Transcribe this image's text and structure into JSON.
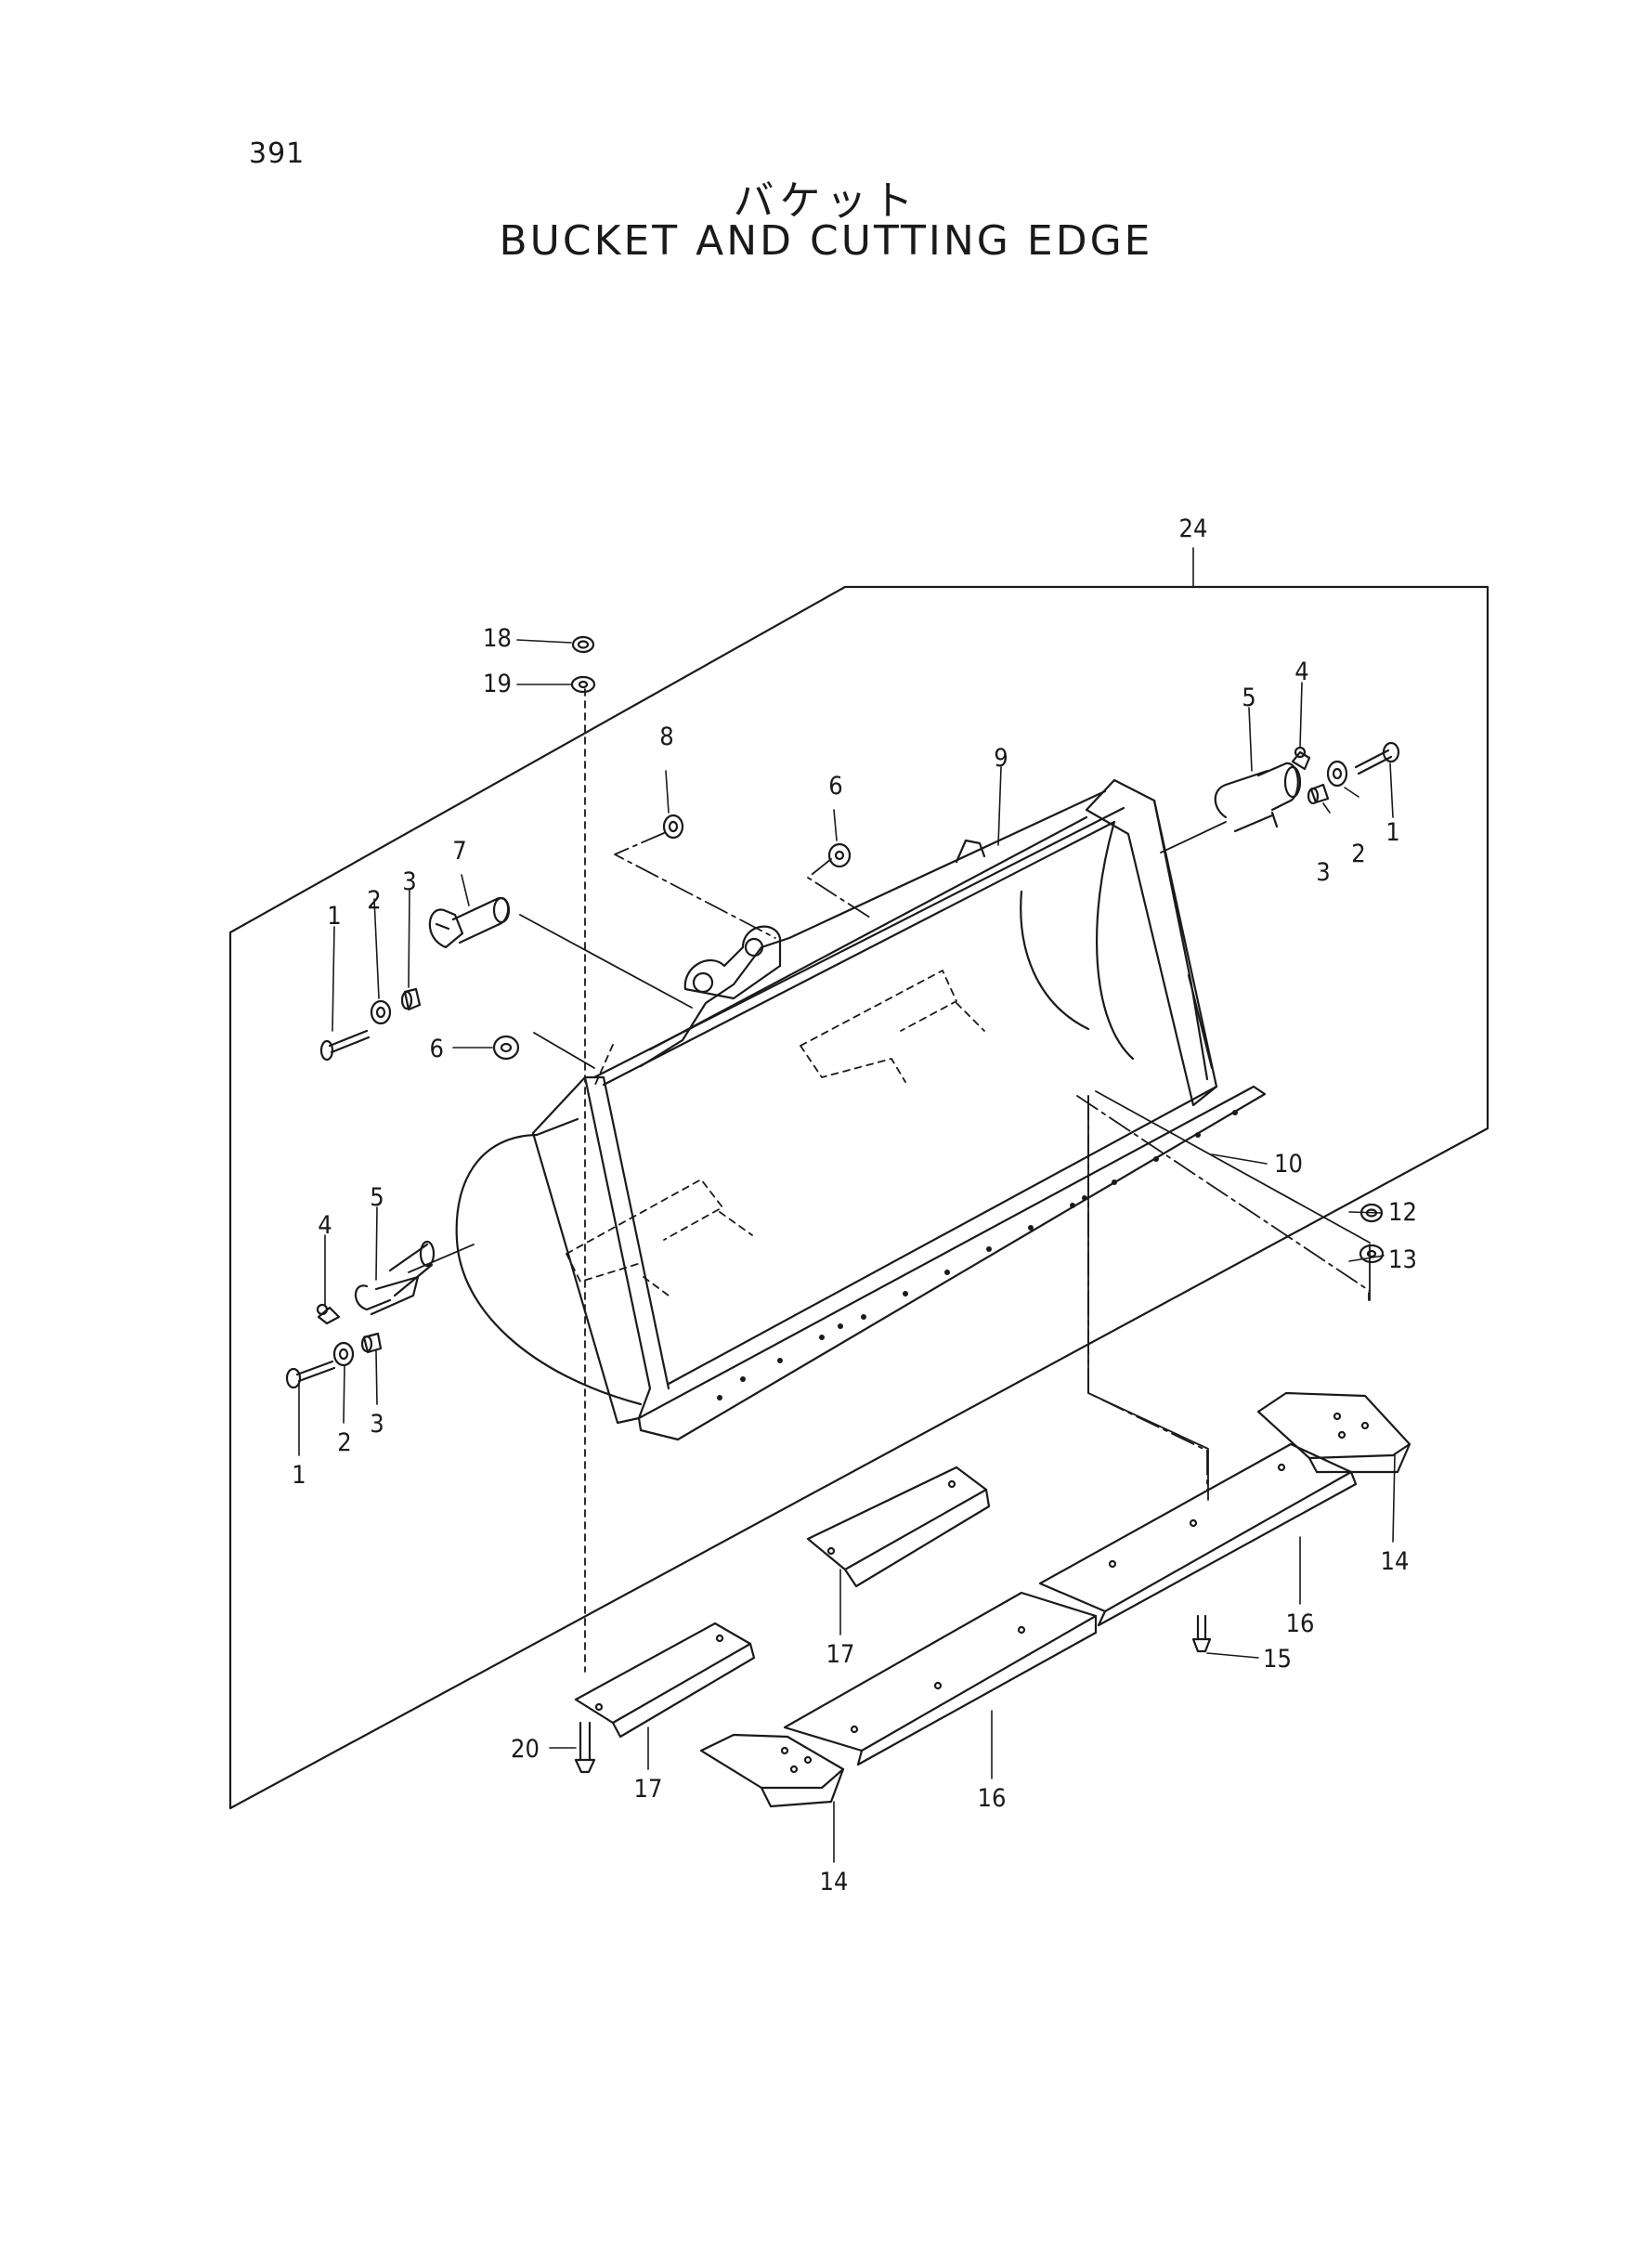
{
  "page_number": "391",
  "title_jp": "バケット",
  "title_en": "BUCKET AND CUTTING EDGE",
  "callouts": [
    "24",
    "18",
    "19",
    "8",
    "6",
    "9",
    "5",
    "4",
    "1",
    "2",
    "3",
    "7",
    "10",
    "12",
    "13",
    "14",
    "16",
    "15",
    "17",
    "20"
  ]
}
